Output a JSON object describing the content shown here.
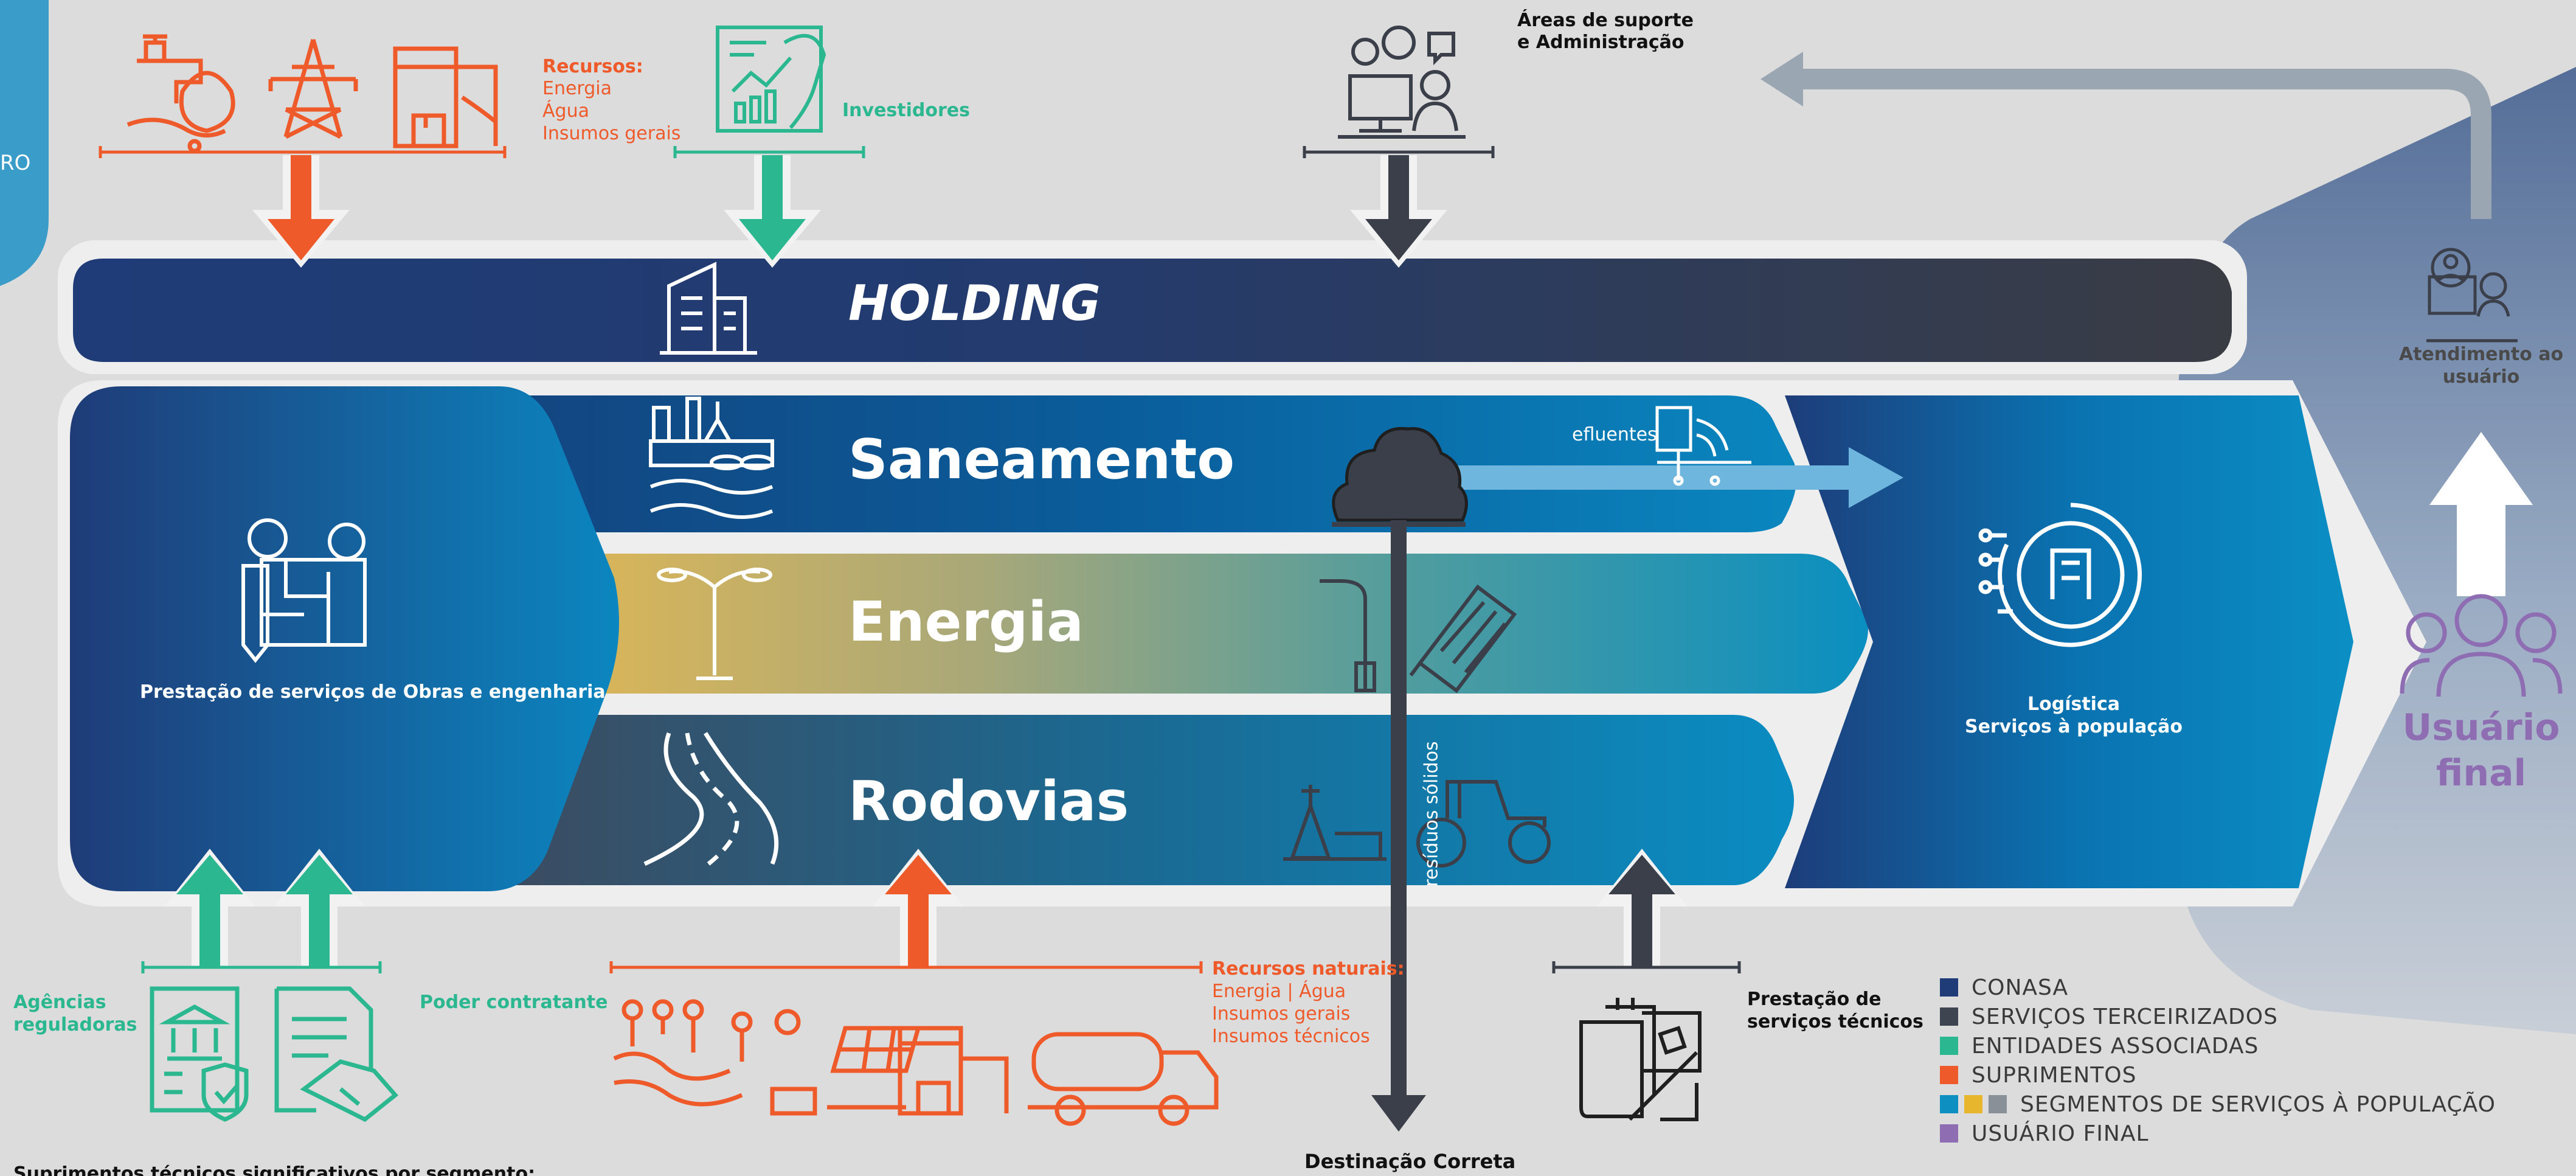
{
  "colors": {
    "conasa": "#1f3c78",
    "terceirizados": "#3f4550",
    "associadas": "#2bb78f",
    "suprimentos": "#ef5a2a",
    "segment_blue": "#0d8fc1",
    "segment_yellow": "#e8b62c",
    "segment_gray": "#8a9097",
    "usuario": "#8e6db3",
    "background": "#dcdcdc"
  },
  "edge_text": "RO",
  "top": {
    "recursos_title": "Recursos:",
    "recursos_items": [
      "Energia",
      "Água",
      "Insumos gerais"
    ],
    "investidores": "Investidores",
    "suporte_line1": "Áreas de suporte",
    "suporte_line2": "e Administração"
  },
  "bands": {
    "holding": "HOLDING",
    "saneamento": "Saneamento",
    "energia": "Energia",
    "rodovias": "Rodovias"
  },
  "left_panel": {
    "label": "Prestação de serviços de Obras e engenharia"
  },
  "right_panel": {
    "line1": "Logística",
    "line2": "Serviços à população"
  },
  "efluentes": "efluentes",
  "residuos": "resíduos sólidos",
  "atendimento": {
    "line1": "Atendimento ao",
    "line2": "usuário"
  },
  "usuario_final": {
    "line1": "Usuário",
    "line2": "final"
  },
  "bottom": {
    "agencias_line1": "Agências",
    "agencias_line2": "reguladoras",
    "poder": "Poder contratante",
    "recursos_naturais_title": "Recursos naturais:",
    "recursos_naturais_items": [
      "Energia | Água",
      "Insumos gerais",
      "Insumos técnicos"
    ],
    "tecnicos_line1": "Prestação de",
    "tecnicos_line2": "serviços técnicos",
    "destinacao": "Destinação Correta",
    "suprimentos_tecnicos": "Suprimentos técnicos significativos por segmento:"
  },
  "legend": [
    {
      "label": "CONASA",
      "color": "#1f3c78"
    },
    {
      "label": "SERVIÇOS TERCEIRIZADOS",
      "color": "#3f4550"
    },
    {
      "label": "ENTIDADES ASSOCIADAS",
      "color": "#2bb78f"
    },
    {
      "label": "SUPRIMENTOS",
      "color": "#ef5a2a"
    },
    {
      "label": "SEGMENTOS DE SERVIÇOS À POPULAÇÃO",
      "colors": [
        "#0d8fc1",
        "#e8b62c",
        "#8a9097"
      ]
    },
    {
      "label": "USUÁRIO FINAL",
      "color": "#8e6db3"
    }
  ]
}
